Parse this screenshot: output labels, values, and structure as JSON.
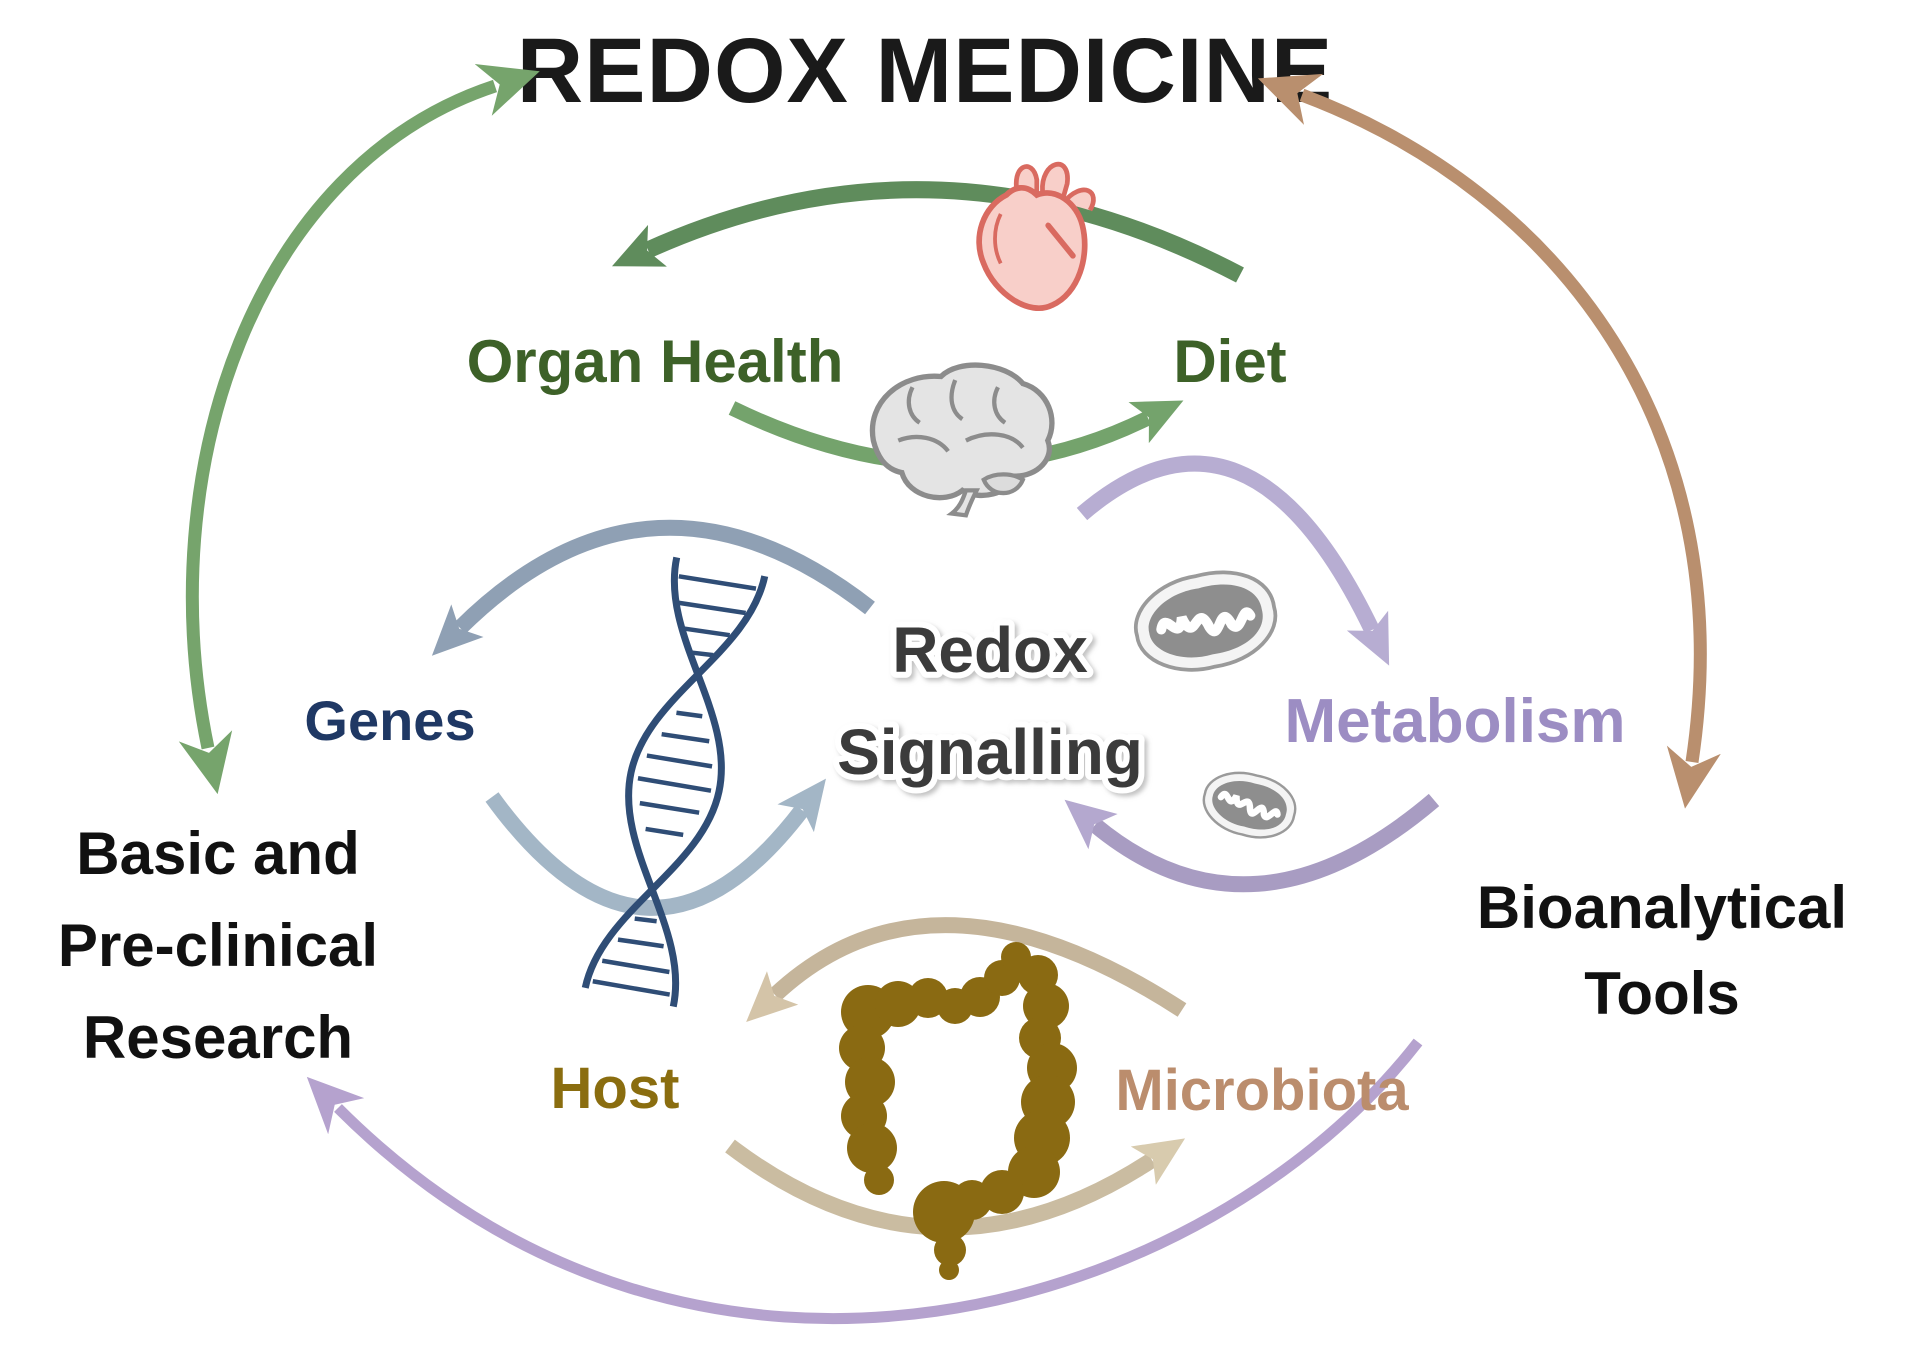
{
  "title": "REDOX MEDICINE",
  "center": {
    "line1": "Redox",
    "line2": "Signalling"
  },
  "cycles": {
    "organ_diet": {
      "left": "Organ Health",
      "right": "Diet"
    },
    "genes": {
      "label": "Genes"
    },
    "metabolism": {
      "label": "Metabolism"
    },
    "host_microbiota": {
      "left": "Host",
      "right": "Microbiota"
    }
  },
  "annotations": {
    "left": {
      "line1": "Basic and",
      "line2": "Pre-clinical",
      "line3": "Research"
    },
    "right": {
      "line1": "Bioanalytical",
      "line2": "Tools"
    }
  },
  "icons": [
    "heart-icon",
    "brain-icon",
    "dna-icon",
    "mitochondrion-large-icon",
    "mitochondrion-small-icon",
    "intestine-icon"
  ],
  "colors": {
    "title_text": "#1a1a1a",
    "organ_diet_text": "#3d6128",
    "organ_diet_arc_top": "#5f8c5c",
    "organ_diet_arc_bottom": "#74a36c",
    "genes_text": "#1f3864",
    "genes_arc_top": "#8fa0b4",
    "genes_arc_bottom": "#a3b6c6",
    "redox_signalling_text": "#3a3a3a",
    "metabolism_text": "#9c8dc3",
    "metabolism_arc_top": "#b7add2",
    "metabolism_arc_bottom": "#a89cc2",
    "host_text": "#8a6d0f",
    "microbiota_text": "#bb8d6d",
    "host_microbiota_arc_top": "#c5b59b",
    "host_microbiota_arc_bottom": "#cabca1",
    "left_double_arrow": "#76a46c",
    "right_double_arrow": "#b98f6e",
    "bottom_long_arrow": "#b5a2ce",
    "side_label_text": "#111111",
    "heart_icon": "#e06a60",
    "brain_icon": "#8c8c8c",
    "dna_icon": "#2f4d76",
    "mitochondrion_icon": "#8e8e8e",
    "intestine_icon": "#8a6a12"
  }
}
